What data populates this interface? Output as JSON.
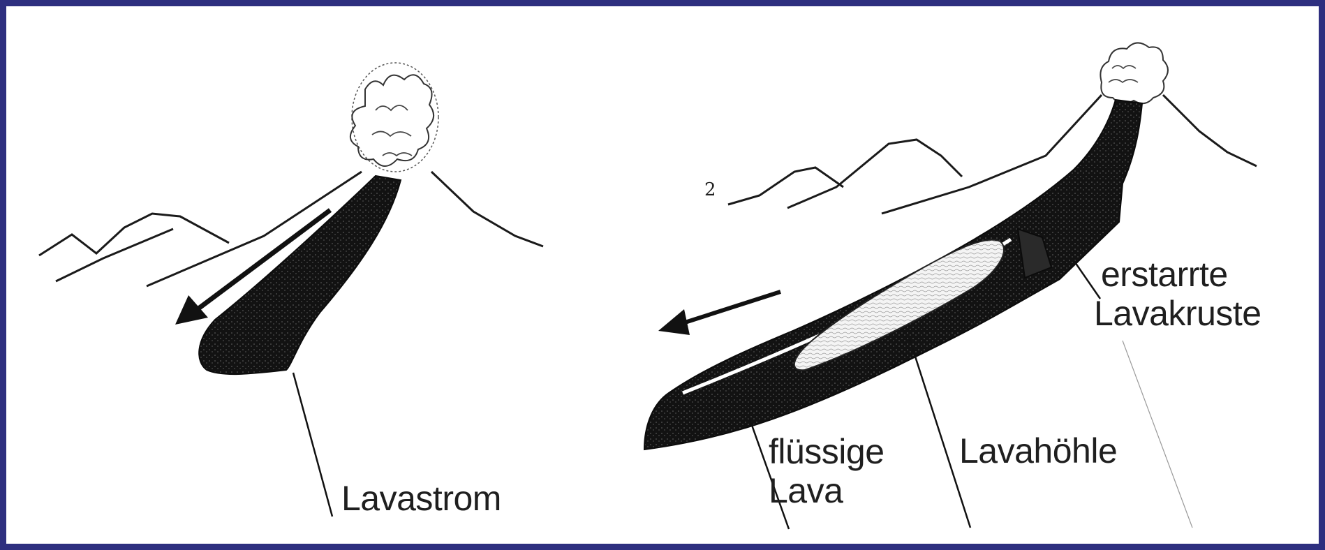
{
  "labels": {
    "lavastrom": "Lavastrom",
    "fluessige_lava_line1": "flüssige",
    "fluessige_lava_line2": "Lava",
    "lavahoehle": "Lavahöhle",
    "erstarrte_line1": "erstarrte",
    "erstarrte_line2": "Lavakruste",
    "figure_number": "2"
  },
  "colors": {
    "frame": "#2e2f7f",
    "ink": "#111111",
    "paper": "#ffffff"
  },
  "icons": {
    "flow_arrow_left": "arrow-down-left-icon",
    "flow_arrow_right": "arrow-left-icon",
    "eruption_cloud": "ash-cloud-icon"
  }
}
